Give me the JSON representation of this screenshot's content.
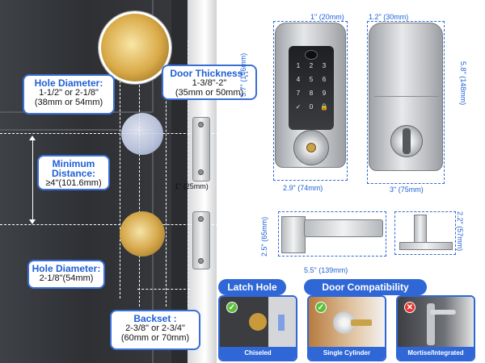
{
  "callouts": {
    "hole_diameter_top": {
      "title": "Hole Diameter:",
      "line1": "1-1/2\" or 2-1/8\"",
      "line2": "(38mm or 54mm)"
    },
    "door_thickness": {
      "title": "Door Thickness :",
      "line1": "1-3/8\"-2\"",
      "line2": "(35mm or 50mm)"
    },
    "minimum_distance": {
      "title": "Minimum Distance:",
      "line1": "≥4\"(101.6mm)"
    },
    "hole_diameter_bottom": {
      "title": "Hole Diameter:",
      "line1": "2-1/8\"(54mm)"
    },
    "backset": {
      "title": "Backset :",
      "line1": "2-3/8\" or 2-3/4\"",
      "line2": "(60mm or 70mm)"
    }
  },
  "dimensions": {
    "latch_width": "1\" (25mm)",
    "front_depth": "1\" (20mm)",
    "back_depth": "1.2\" (30mm)",
    "front_height": "5.7\" (146mm)",
    "back_height": "5.8\" (148mm)",
    "front_width": "2.9\" (74mm)",
    "back_width": "3\" (75mm)",
    "latch_height": "2.5\" (65mm)",
    "strike_height": "2.2\" (57mm)",
    "latch_length": "5.5\" (139mm)"
  },
  "keypad_keys": [
    "1",
    "2",
    "3",
    "4",
    "5",
    "6",
    "7",
    "8",
    "9",
    "✓",
    "0",
    "🔒"
  ],
  "sections": {
    "latch_hole": "Latch Hole",
    "door_compat": "Door Compatibility"
  },
  "cards": [
    {
      "caption": "Chiseled",
      "status": "ok"
    },
    {
      "caption": "Single Cylinder",
      "status": "ok"
    },
    {
      "caption": "Mortise/Integrated",
      "status": "no"
    }
  ],
  "icons": {
    "check": "✓",
    "cross": "✕"
  },
  "colors": {
    "accent": "#2f67d6",
    "ok": "#5cbf3c",
    "no": "#e5332e"
  }
}
